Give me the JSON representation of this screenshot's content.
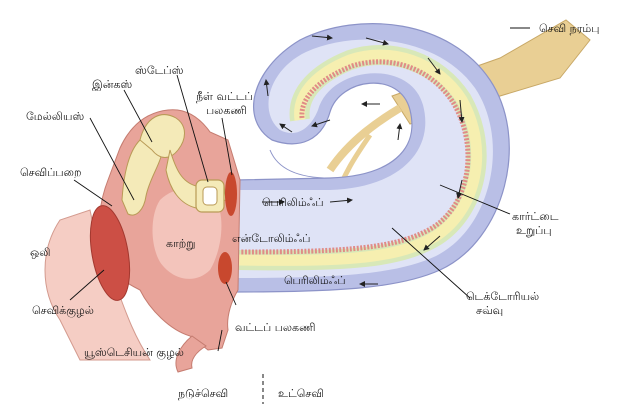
{
  "labels": {
    "cochlear_nerve": "செவி நரம்பு",
    "stapes": "ஸ்டேப்ஸ்",
    "incus": "இன்கஸ்",
    "malleus": "மேல்லியஸ்",
    "oval_window_line1": "நீள் வட்டப்",
    "oval_window_line2": "பலகணி",
    "eardrum": "செவிப்பறை",
    "sound": "ஒலி",
    "air": "காற்று",
    "perilymph_top": "பெரிலிம்ஃப்",
    "endolymph": "என்டோலிம்ஃப்",
    "perilymph_bottom": "பெரிலிம்ஃப்",
    "cortilage_line1": "கார்ட்டை",
    "cortilage_line2": "உறுப்பு",
    "tectorial_line1": "டெக்டோரியல்",
    "tectorial_line2": "சவ்வு",
    "ear_canal": "செவிக்குழல்",
    "round_window": "வட்டப் பலகணி",
    "eustachian": "யூஸ்டெசியன் குழல்",
    "middle_ear": "நடுச்செவி",
    "inner_ear": "உட்செவி"
  },
  "colors": {
    "cochlea_outer": "#b9bfe6",
    "cochlea_inner": "#dfe3f6",
    "duct_green": "#d8e8b8",
    "duct_yellow": "#f6efb0",
    "organ_red": "#e08c86",
    "tissue_pink": "#e8a49a",
    "bone": "#f4eab8",
    "nerve": "#e9cf94",
    "window_red": "#c8482e"
  }
}
